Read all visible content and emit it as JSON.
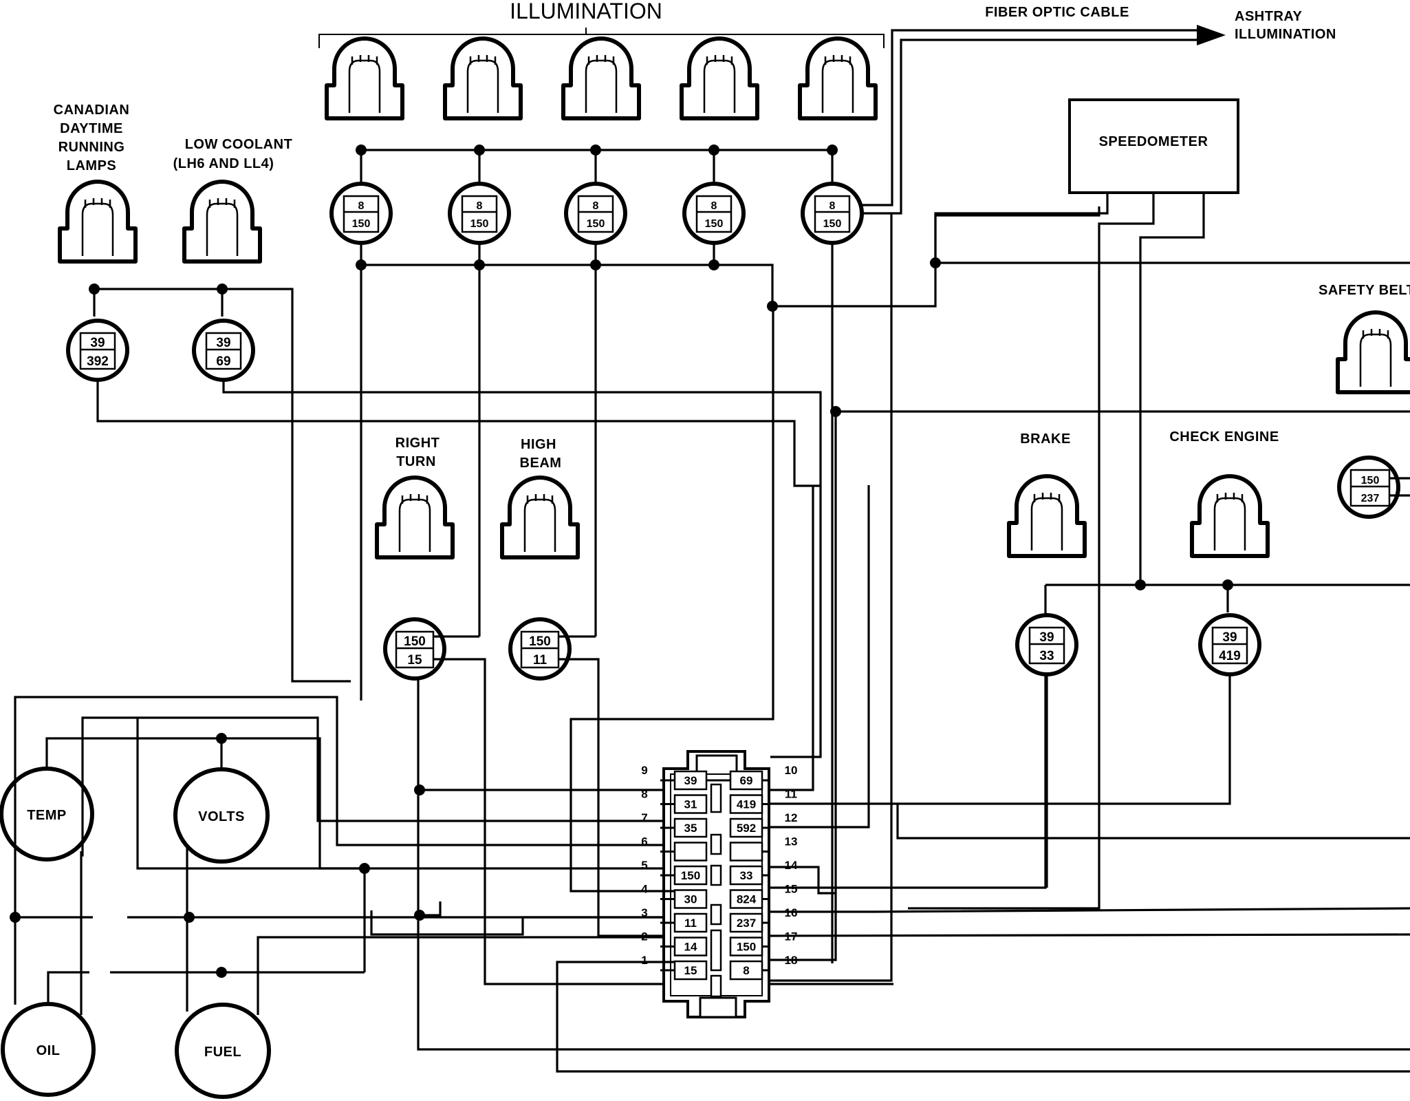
{
  "labels": {
    "illumination": "ILLUMINATION",
    "fiber_optic": "FIBER OPTIC CABLE",
    "ashtray_1": "ASHTRAY",
    "ashtray_2": "ILLUMINATION",
    "canadian_1": "CANADIAN",
    "canadian_2": "DAYTIME",
    "canadian_3": "RUNNING",
    "canadian_4": "LAMPS",
    "low_coolant_1": "LOW COOLANT",
    "low_coolant_2": "(LH6 AND LL4)",
    "speedometer": "SPEEDOMETER",
    "safety_belt": "SAFETY BELT",
    "right_turn_1": "RIGHT",
    "right_turn_2": "TURN",
    "high_beam_1": "HIGH",
    "high_beam_2": "BEAM",
    "brake": "BRAKE",
    "check_engine": "CHECK ENGINE"
  },
  "gauges": {
    "temp": "TEMP",
    "volts": "VOLTS",
    "oil": "OIL",
    "fuel": "FUEL"
  },
  "sockets": {
    "illum_1": {
      "top": "8",
      "bottom": "150"
    },
    "illum_2": {
      "top": "8",
      "bottom": "150"
    },
    "illum_3": {
      "top": "8",
      "bottom": "150"
    },
    "illum_4": {
      "top": "8",
      "bottom": "150"
    },
    "illum_5": {
      "top": "8",
      "bottom": "150"
    },
    "canadian": {
      "top": "39",
      "bottom": "392"
    },
    "coolant": {
      "top": "39",
      "bottom": "69"
    },
    "right_turn": {
      "top": "150",
      "bottom": "15"
    },
    "high_beam": {
      "top": "150",
      "bottom": "11"
    },
    "brake": {
      "top": "39",
      "bottom": "33"
    },
    "check_engine": {
      "top": "39",
      "bottom": "419"
    },
    "safety_belt": {
      "top": "150",
      "bottom": "237"
    }
  },
  "connector": {
    "left_pins": [
      {
        "num": "9",
        "wire": "39"
      },
      {
        "num": "8",
        "wire": "31"
      },
      {
        "num": "7",
        "wire": "35"
      },
      {
        "num": "6",
        "wire": ""
      },
      {
        "num": "5",
        "wire": "150"
      },
      {
        "num": "4",
        "wire": "30"
      },
      {
        "num": "3",
        "wire": "11"
      },
      {
        "num": "2",
        "wire": "14"
      },
      {
        "num": "1",
        "wire": "15"
      }
    ],
    "right_pins": [
      {
        "num": "10",
        "wire": "69"
      },
      {
        "num": "11",
        "wire": "419"
      },
      {
        "num": "12",
        "wire": "592"
      },
      {
        "num": "13",
        "wire": ""
      },
      {
        "num": "14",
        "wire": "33"
      },
      {
        "num": "15",
        "wire": "824"
      },
      {
        "num": "16",
        "wire": "237"
      },
      {
        "num": "17",
        "wire": "150"
      },
      {
        "num": "18",
        "wire": "8"
      }
    ]
  }
}
